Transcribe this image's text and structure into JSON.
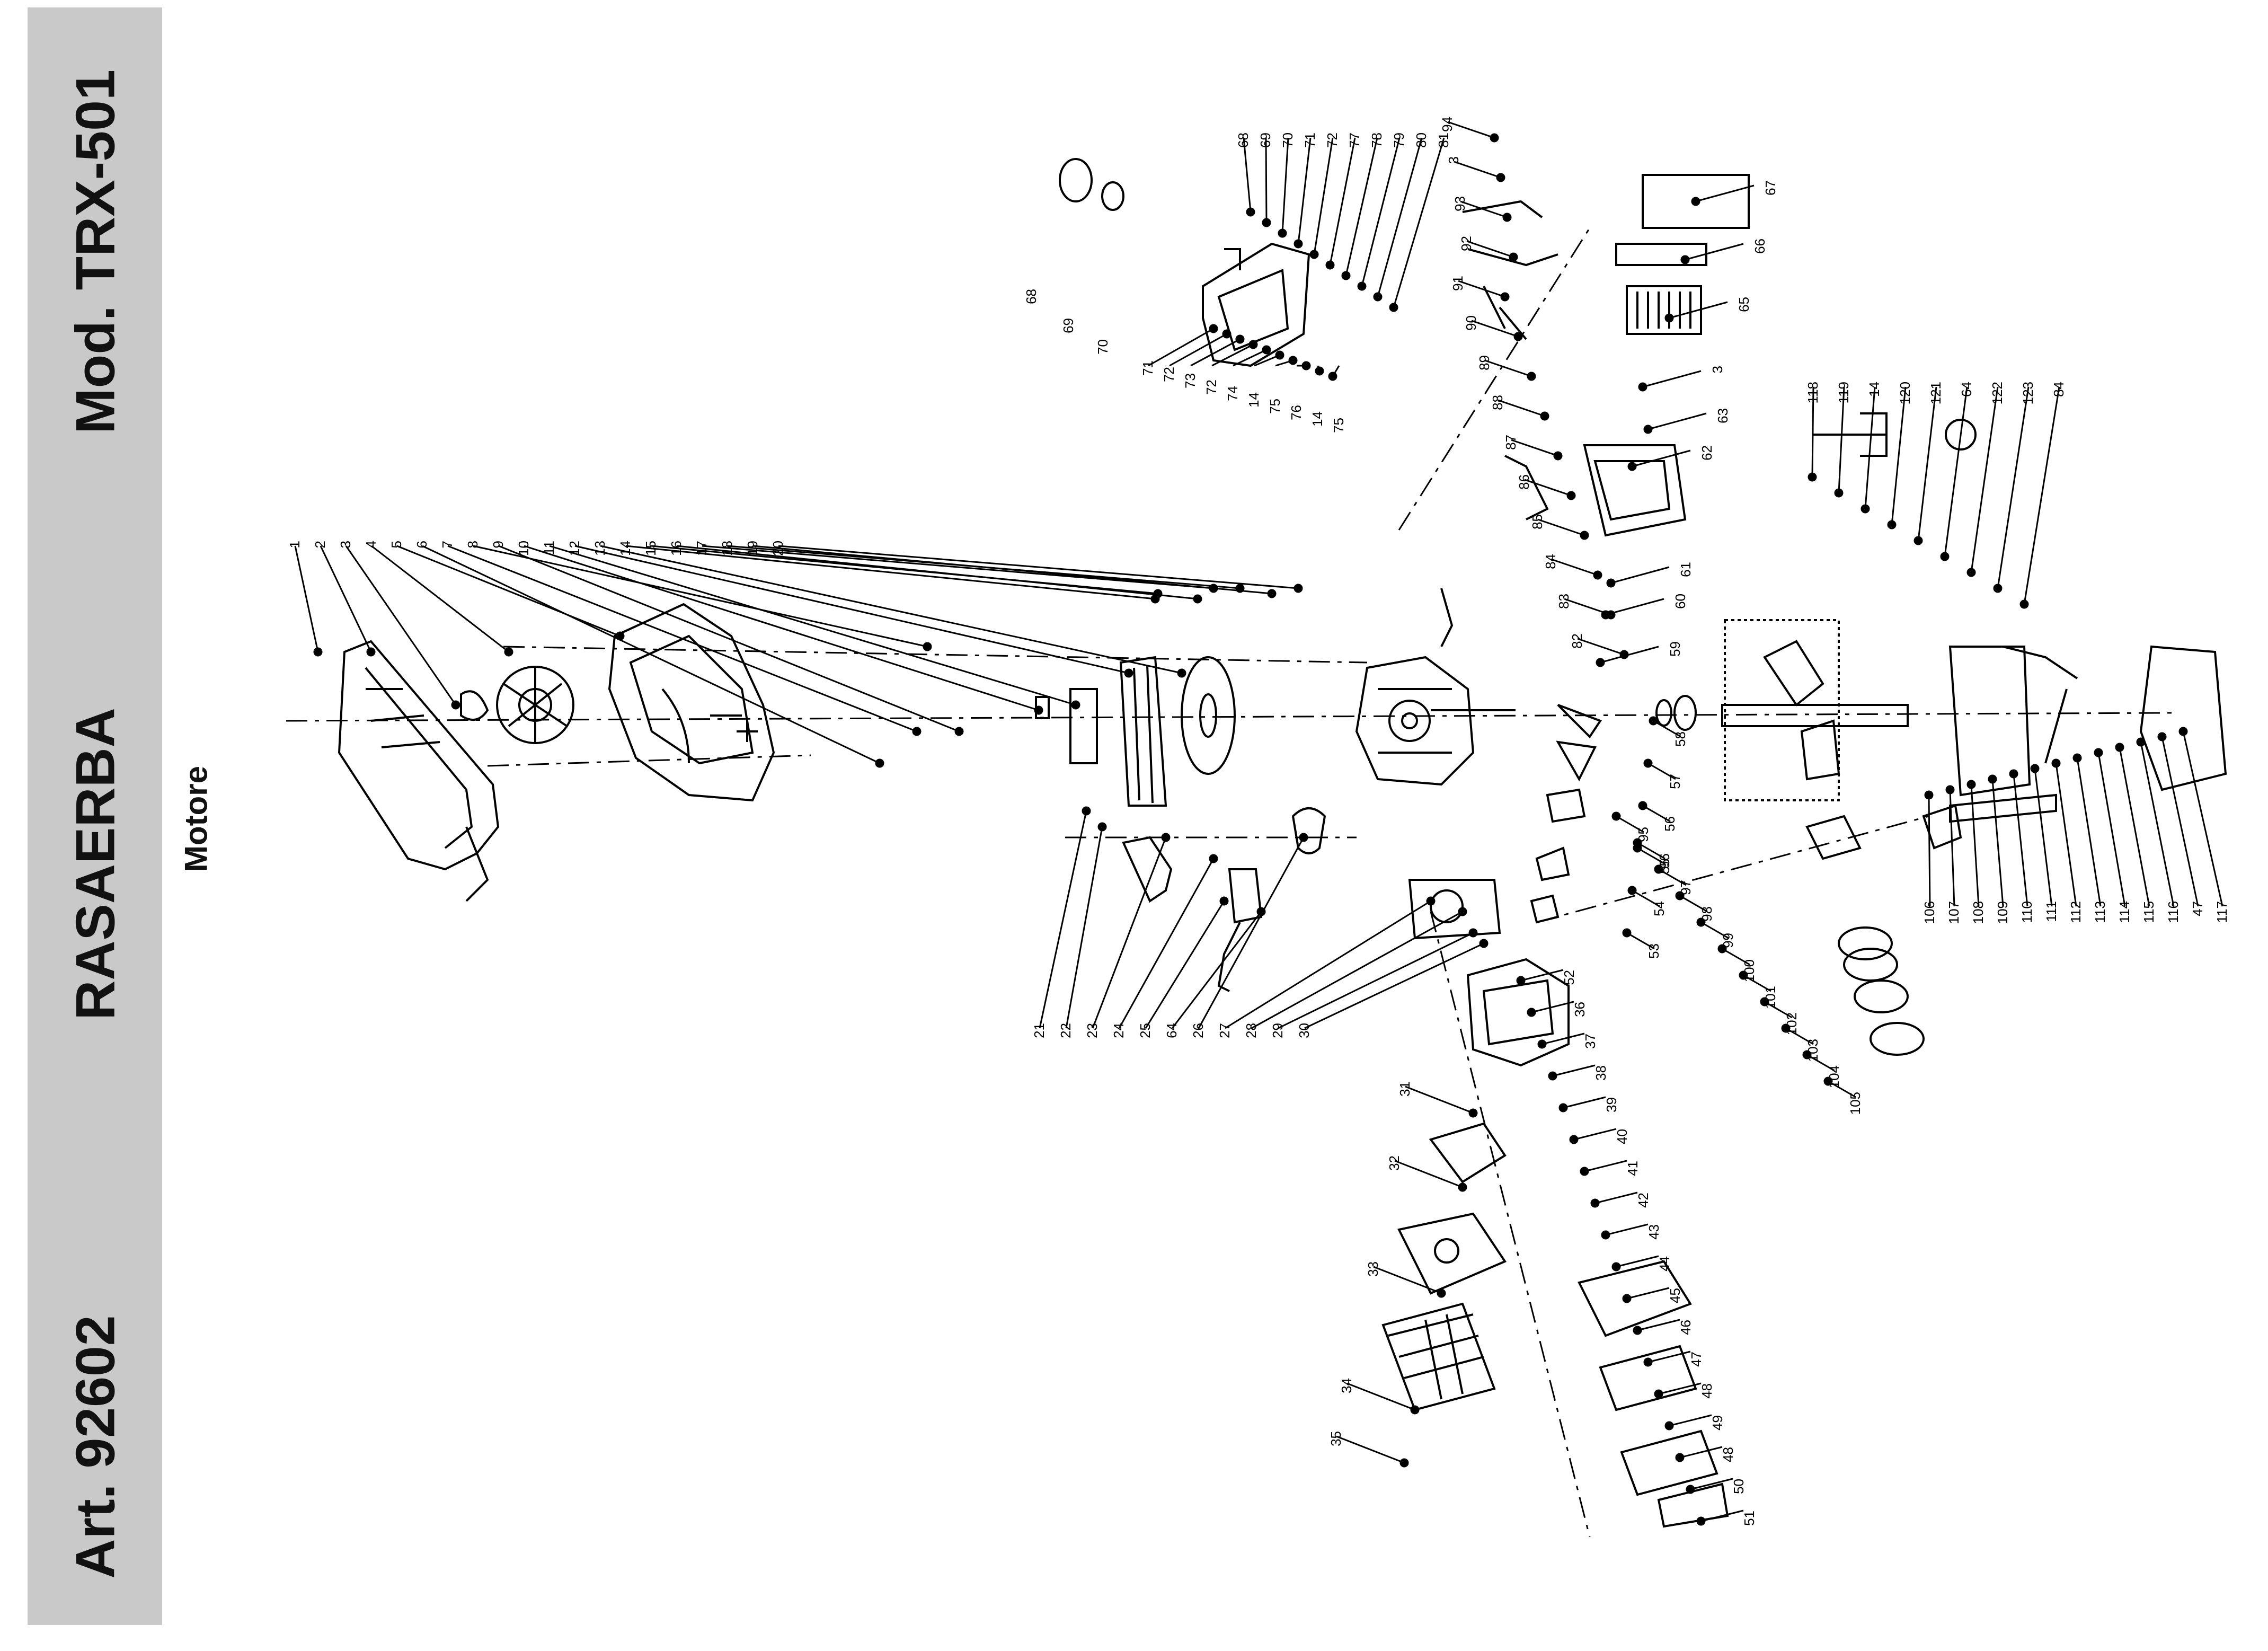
{
  "header": {
    "article": "Art. 92602",
    "product": "RASAERBA",
    "model": "Mod. TRX-501"
  },
  "section": {
    "title": "Motore"
  },
  "parts": {
    "engine_left": [
      "1",
      "2",
      "3",
      "4",
      "5",
      "6",
      "7",
      "8",
      "9",
      "10",
      "11",
      "12",
      "13",
      "14",
      "15",
      "16",
      "17",
      "18",
      "19",
      "20"
    ],
    "engine_lower": [
      "21",
      "22",
      "23",
      "24",
      "25",
      "64",
      "26",
      "27",
      "28",
      "29",
      "30"
    ],
    "fuel_tank": [
      "68",
      "69",
      "70",
      "71",
      "72",
      "77",
      "78",
      "79",
      "80",
      "81",
      "71",
      "72",
      "73",
      "72",
      "74",
      "14",
      "75",
      "76",
      "14",
      "75"
    ],
    "throttle": [
      "94",
      "3",
      "93",
      "92",
      "91",
      "90",
      "89",
      "88",
      "87",
      "86",
      "85",
      "84",
      "83",
      "82"
    ],
    "air_filter": [
      "67",
      "66",
      "65",
      "63",
      "3",
      "62",
      "61",
      "60",
      "59"
    ],
    "cam_gear": [
      "118",
      "119",
      "14",
      "120",
      "121",
      "64",
      "122",
      "123",
      "84"
    ],
    "crank": [
      "58",
      "57",
      "56",
      "55",
      "54",
      "53",
      "95",
      "96",
      "97",
      "98",
      "99",
      "100",
      "101",
      "102",
      "103",
      "104",
      "105"
    ],
    "crankcase": [
      "106",
      "107",
      "108",
      "109",
      "110",
      "111",
      "112",
      "113",
      "114",
      "115",
      "116",
      "47",
      "117"
    ],
    "cylinder_head": [
      "52",
      "36",
      "37",
      "38",
      "39",
      "40",
      "41",
      "42",
      "43",
      "44",
      "45",
      "46",
      "47",
      "48",
      "49",
      "48",
      "50",
      "51"
    ],
    "exhaust": [
      "31",
      "32",
      "33",
      "34",
      "35"
    ]
  }
}
